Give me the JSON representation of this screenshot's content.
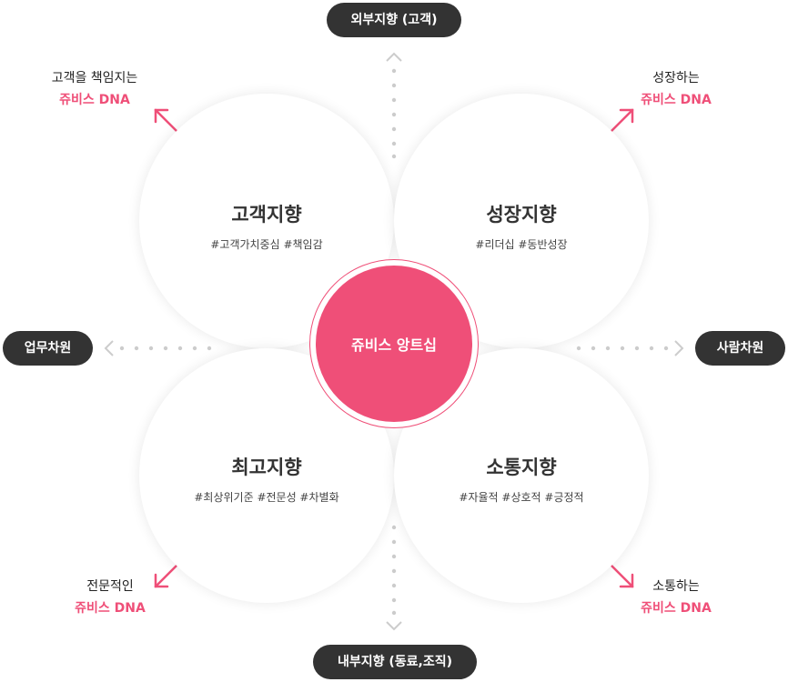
{
  "center": {
    "label": "쥬비스 앙트십"
  },
  "axes": {
    "top": "외부지향 (고객)",
    "bottom": "내부지향 (동료,조직)",
    "left": "업무차원",
    "right": "사람차원"
  },
  "petals": {
    "top_left": {
      "title": "고객지향",
      "tags": "#고객가치중심 #책임감"
    },
    "top_right": {
      "title": "성장지향",
      "tags": "#리더십 #동반성장"
    },
    "bottom_left": {
      "title": "최고지향",
      "tags": "#최상위기준 #전문성 #차별화"
    },
    "bottom_right": {
      "title": "소통지향",
      "tags": "#자율적 #상호적 #긍정적"
    }
  },
  "corners": {
    "top_left": {
      "line1": "고객을 책임지는",
      "line2": "쥬비스 DNA"
    },
    "top_right": {
      "line1": "성장하는",
      "line2": "쥬비스 DNA"
    },
    "bottom_left": {
      "line1": "전문적인",
      "line2": "쥬비스 DNA"
    },
    "bottom_right": {
      "line1": "소통하는",
      "line2": "쥬비스 DNA"
    }
  },
  "colors": {
    "accent": "#ef4f78",
    "pill": "#333333",
    "dots": "#cccccc"
  },
  "icons": {
    "corner_arrows": "diagonal-arrow-icon",
    "axis_arrows": "chevron-icon"
  }
}
